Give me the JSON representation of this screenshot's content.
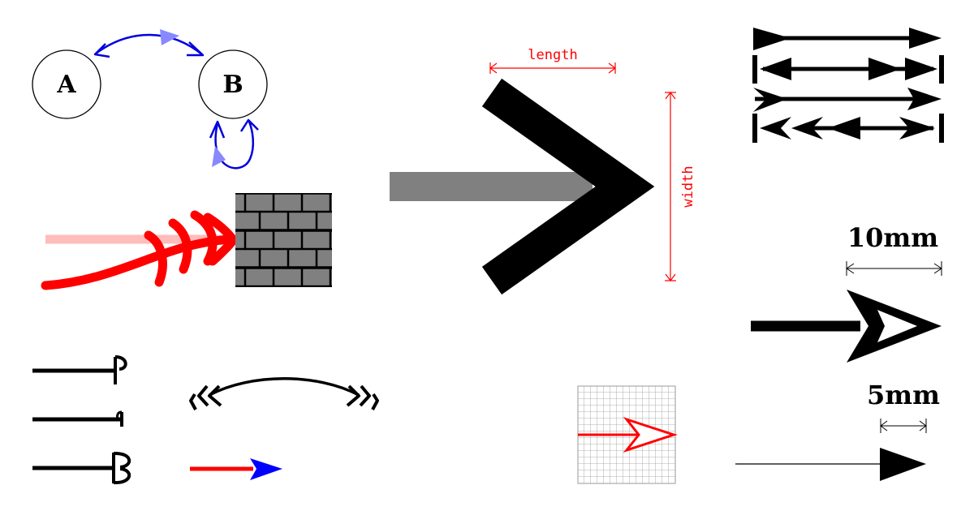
{
  "nodes": {
    "a": "A",
    "b": "B"
  },
  "dimension_labels": {
    "length": "length",
    "width": "width",
    "ten_mm": "10mm",
    "five_mm": "5mm"
  },
  "colors": {
    "black": "#000000",
    "red": "#ff0000",
    "light_red": "#ffbcbc",
    "blue": "#0000dd",
    "light_blue": "#8888ff",
    "gray": "#808080",
    "grid": "#9a9a9a"
  }
}
